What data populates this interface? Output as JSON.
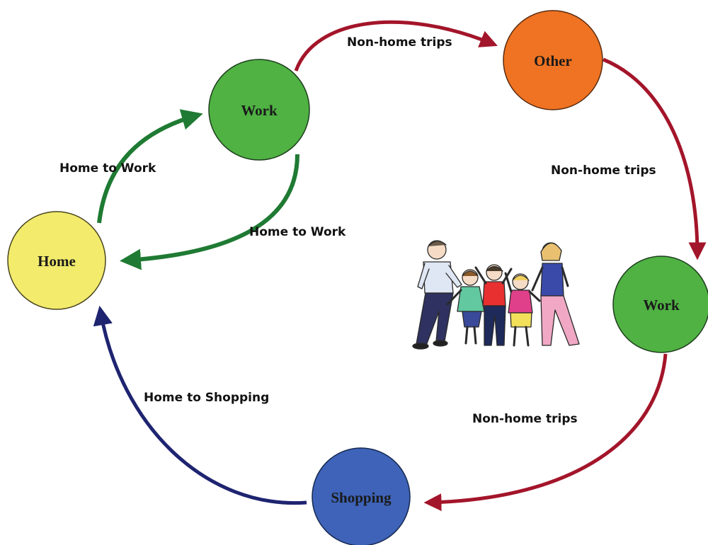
{
  "colors": {
    "background": "#ffffff",
    "work_green": "#4fb243",
    "home_yellow": "#f2eb6c",
    "other_orange": "#ef7322",
    "shopping_blue": "#3e63b8",
    "arrow_green": "#1f7a33",
    "arrow_red": "#a3152a",
    "arrow_navy": "#1e2470"
  },
  "nodes": {
    "work_top": "Work",
    "other": "Other",
    "home": "Home",
    "work_right": "Work",
    "shopping": "Shopping"
  },
  "edges": {
    "home_to_work": "Home to Work",
    "work_to_home": "Home to Work",
    "work_to_other": "Non-home trips",
    "other_to_work": "Non-home trips",
    "work_to_shopping": "Non-home trips",
    "shopping_to_home": "Home to Shopping"
  },
  "illustration": "family-illustration"
}
